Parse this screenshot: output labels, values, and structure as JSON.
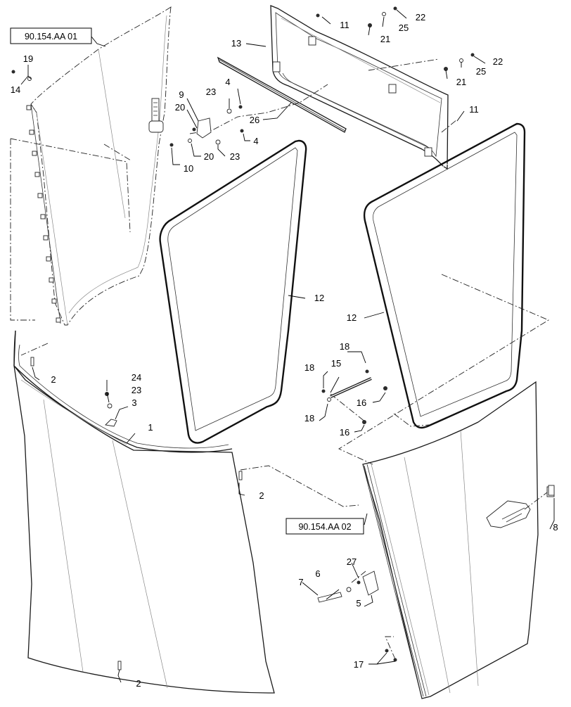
{
  "references": [
    {
      "id": "ref-1",
      "text": "90.154.AA 01"
    },
    {
      "id": "ref-2",
      "text": "90.154.AA 02"
    }
  ],
  "callouts": {
    "c1": "1",
    "c2a": "2",
    "c2b": "2",
    "c2c": "2",
    "c3": "3",
    "c4a": "4",
    "c4b": "4",
    "c5": "5",
    "c6": "6",
    "c7": "7",
    "c8": "8",
    "c9": "9",
    "c10": "10",
    "c11a": "11",
    "c11b": "11",
    "c12a": "12",
    "c12b": "12",
    "c13": "13",
    "c14": "14",
    "c15": "15",
    "c16a": "16",
    "c16b": "16",
    "c17": "17",
    "c18a": "18",
    "c18b": "18",
    "c18c": "18",
    "c19": "19",
    "c20a": "20",
    "c20b": "20",
    "c21a": "21",
    "c21b": "21",
    "c22a": "22",
    "c22b": "22",
    "c23a": "23",
    "c23b": "23",
    "c23c": "23",
    "c24": "24",
    "c25a": "25",
    "c25b": "25",
    "c26": "26",
    "c27": "27"
  }
}
